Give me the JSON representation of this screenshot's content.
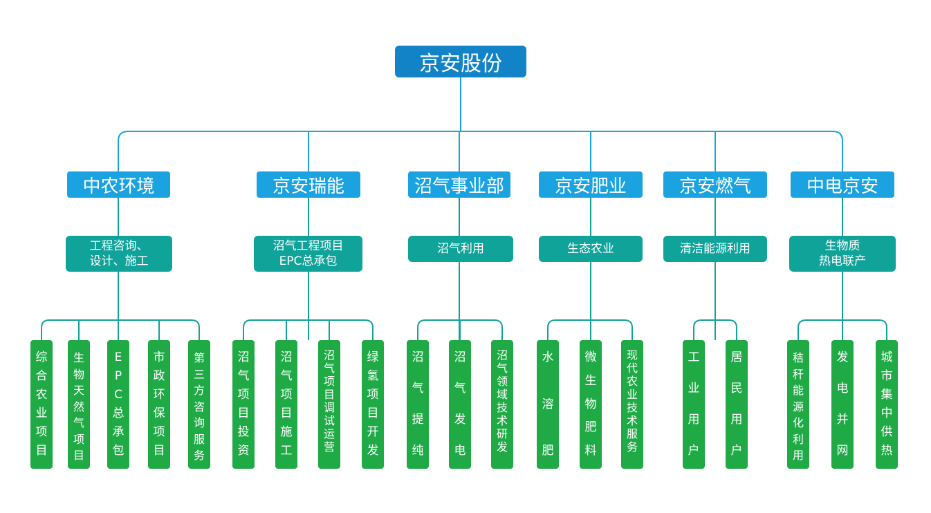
{
  "root": {
    "label": "京安股份"
  },
  "divisions": [
    {
      "company": "中农环境",
      "business": [
        "工程咨询、",
        "设计、施工"
      ],
      "items": [
        [
          "综",
          "合",
          "农",
          "业",
          "项",
          "目"
        ],
        [
          "生",
          "物",
          "天",
          "然",
          "气",
          "项",
          "目"
        ],
        [
          "E",
          "P",
          "C",
          "总",
          "承",
          "包"
        ],
        [
          "市",
          "政",
          "环",
          "保",
          "项",
          "目"
        ],
        [
          "第",
          "三",
          "方",
          "咨",
          "询",
          "服",
          "务"
        ]
      ]
    },
    {
      "company": "京安瑞能",
      "business": [
        "沼气工程项目",
        "EPC总承包"
      ],
      "items": [
        [
          "沼",
          "气",
          "项",
          "目",
          "投",
          "资"
        ],
        [
          "沼",
          "气",
          "项",
          "目",
          "施",
          "工"
        ],
        [
          "沼",
          "气",
          "项",
          "目",
          "调",
          "试",
          "运",
          "营"
        ],
        [
          "绿",
          "氢",
          "项",
          "目",
          "开",
          "发"
        ]
      ]
    },
    {
      "company": "沼气事业部",
      "business": [
        "沼气利用"
      ],
      "items": [
        [
          "沼",
          "气",
          "提",
          "纯"
        ],
        [
          "沼",
          "气",
          "发",
          "电"
        ],
        [
          "沼",
          "气",
          "领",
          "域",
          "技",
          "术",
          "研",
          "发"
        ]
      ]
    },
    {
      "company": "京安肥业",
      "business": [
        "生态农业"
      ],
      "items": [
        [
          "水",
          "溶",
          "肥"
        ],
        [
          "微",
          "生",
          "物",
          "肥",
          "料"
        ],
        [
          "现",
          "代",
          "农",
          "业",
          "技",
          "术",
          "服",
          "务"
        ]
      ]
    },
    {
      "company": "京安燃气",
      "business": [
        "清洁能源利用"
      ],
      "items": [
        [
          "工",
          "业",
          "用",
          "户"
        ],
        [
          "居",
          "民",
          "用",
          "户"
        ]
      ]
    },
    {
      "company": "中电京安",
      "business": [
        "生物质",
        "热电联产"
      ],
      "items": [
        [
          "秸",
          "秆",
          "能",
          "源",
          "化",
          "利",
          "用"
        ],
        [
          "发",
          "电",
          "并",
          "网"
        ],
        [
          "城",
          "市",
          "集",
          "中",
          "供",
          "热"
        ]
      ]
    }
  ],
  "colors": {
    "root": "#1383c8",
    "company": "#1aa3e0",
    "business": "#10a39a",
    "leaf": "#1faa46",
    "line_top": "#1aa3e0",
    "line_bottom": "#10a39a"
  }
}
